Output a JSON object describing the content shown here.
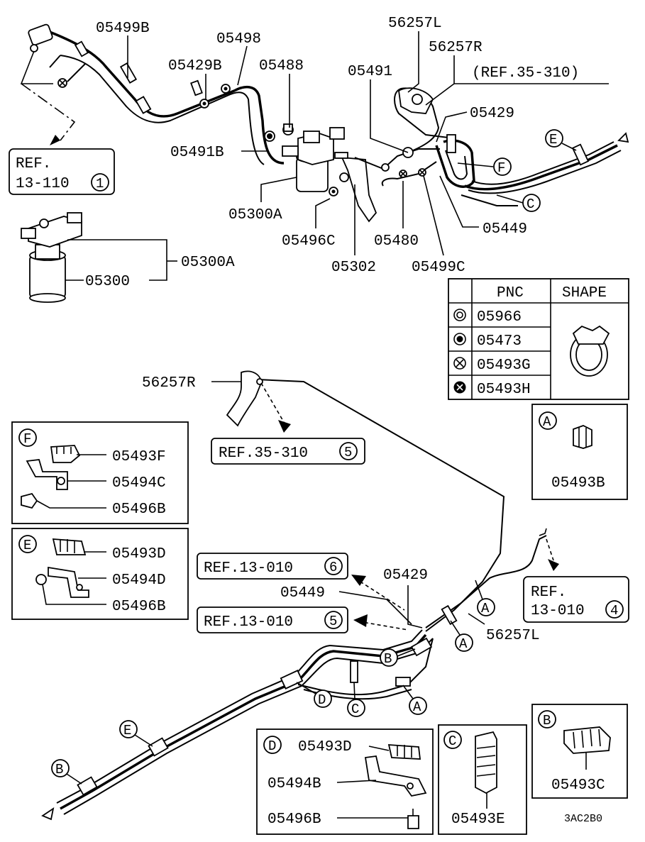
{
  "diagram_id": "3AC2B0",
  "labels": {
    "p05499B": "05499B",
    "p05498": "05498",
    "p05429B": "05429B",
    "p05488": "05488",
    "p56257L_top": "56257L",
    "p56257R_top": "56257R",
    "ref35310_top": "(REF.35-310)",
    "p05491": "05491",
    "p05429_top": "05429",
    "p05491B": "05491B",
    "p05300A_top": "05300A",
    "p05496C": "05496C",
    "p05480": "05480",
    "p05449_top": "05449",
    "p05302": "05302",
    "p05499C": "05499C",
    "p05300A_mid": "05300A",
    "p05300": "05300",
    "p56257R_mid": "56257R",
    "p05429_bot": "05429",
    "p05449_bot": "05449",
    "p56257L_bot": "56257L"
  },
  "refs": {
    "ref13110_line1": "REF.",
    "ref13110_line2": "13-110",
    "ref13110_num": "1",
    "ref35310_text": "REF.35-310",
    "ref35310_num": "5",
    "ref13010a_text": "REF.13-010",
    "ref13010a_num": "6",
    "ref13010b_text": "REF.13-010",
    "ref13010b_num": "5",
    "ref13010c_line1": "REF.",
    "ref13010c_line2": "13-010",
    "ref13010c_num": "4"
  },
  "callouts": {
    "A": "A",
    "B": "B",
    "C": "C",
    "D": "D",
    "E": "E",
    "F": "F"
  },
  "pnc_table": {
    "header_pnc": "PNC",
    "header_shape": "SHAPE",
    "rows": [
      "05966",
      "05473",
      "05493G",
      "05493H"
    ]
  },
  "detail_A": {
    "letter": "A",
    "part": "05493B"
  },
  "detail_B": {
    "letter": "B",
    "part": "05493C"
  },
  "detail_C": {
    "letter": "C",
    "part": "05493E"
  },
  "detail_D": {
    "letter": "D",
    "parts": [
      "05493D",
      "05494B",
      "05496B"
    ]
  },
  "detail_E": {
    "letter": "E",
    "parts": [
      "05493D",
      "05494D",
      "05496B"
    ]
  },
  "detail_F": {
    "letter": "F",
    "parts": [
      "05493F",
      "05494C",
      "05496B"
    ]
  }
}
